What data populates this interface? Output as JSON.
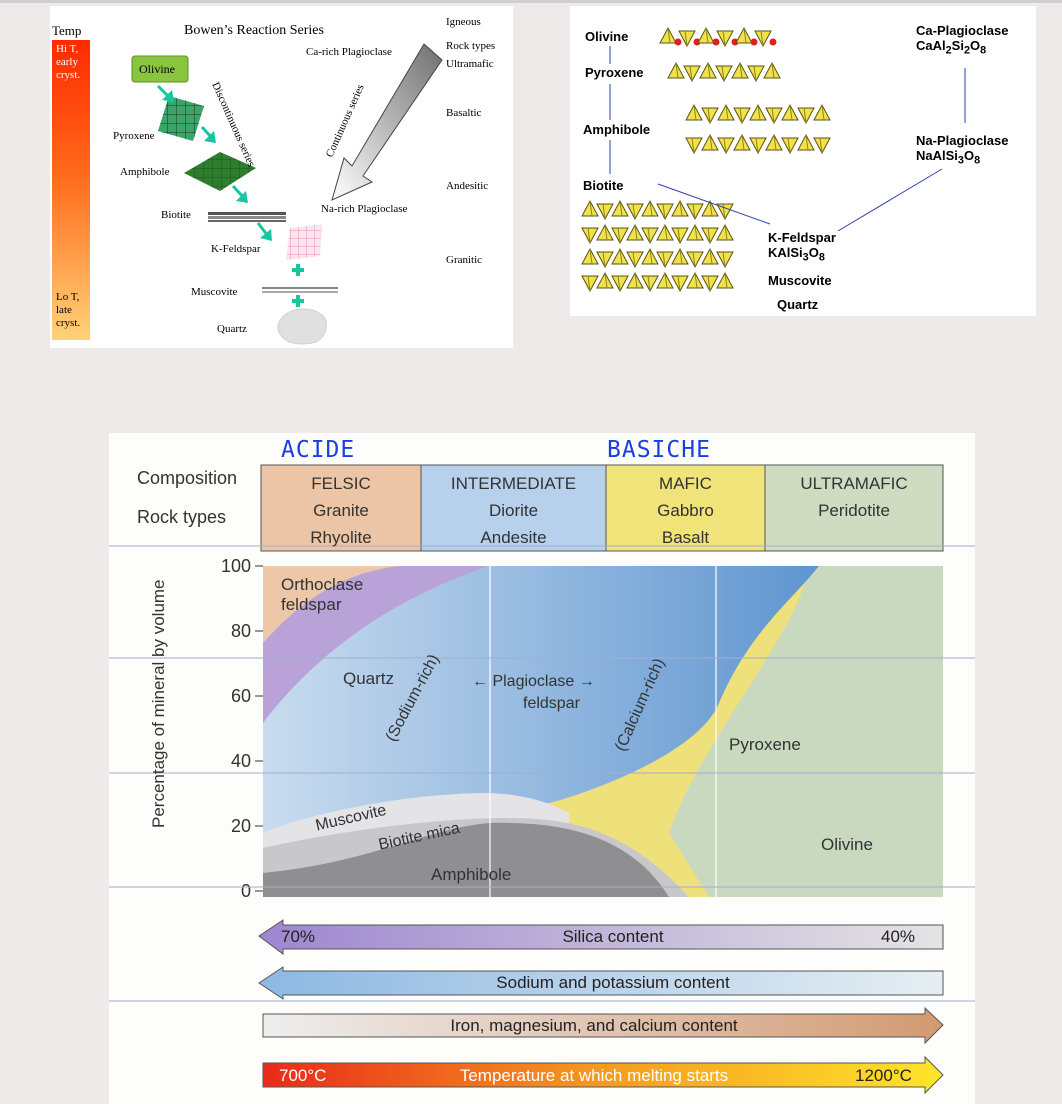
{
  "bowen": {
    "temp_heading": "Temp",
    "hi_label": [
      "Hi T,",
      "early",
      "cryst."
    ],
    "lo_label": [
      "Lo T,",
      "late",
      "cryst."
    ],
    "title": "Bowen’s Reaction Series",
    "igneous_heading": [
      "Igneous",
      "Rock types"
    ],
    "rock_types": [
      "Ultramafic",
      "Basaltic",
      "Andesitic",
      "Granitic"
    ],
    "discontinuous_label": "Discontinuous series",
    "continuous_label": "Continuous series",
    "ca_plag": "Ca-rich Plagioclase",
    "na_plag": "Na-rich Plagioclase",
    "minerals": [
      "Olivine",
      "Pyroxene",
      "Amphibole",
      "Biotite",
      "K-Feldspar",
      "Muscovite",
      "Quartz"
    ],
    "colors": {
      "temp_top": "#ff2a00",
      "temp_mid": "#ff8a33",
      "temp_bottom": "#ffcf70",
      "olivine": "#8ac53f",
      "pyroxene": "#3aa46a",
      "amphibole": "#2f7d2f",
      "arrow": "#14c7a0"
    }
  },
  "silicates": {
    "left_labels": [
      "Olivine",
      "Pyroxene",
      "Amphibole",
      "Biotite"
    ],
    "ca_plag": "Ca-Plagioclase",
    "ca_formula": [
      "CaAl",
      "2",
      "Si",
      "2",
      "O",
      "8"
    ],
    "na_plag": "Na-Plagioclase",
    "na_formula": [
      "NaAlSi",
      "3",
      "O",
      "8"
    ],
    "kfeld": "K-Feldspar",
    "kfeld_formula": [
      "KAlSi",
      "3",
      "O",
      "8"
    ],
    "muscovite": "Muscovite",
    "quartz": "Quartz",
    "colors": {
      "tetra": "#f2e24a",
      "tetra_dark": "#8c8420",
      "oxygen": "#e02020",
      "line": "#2f3fb0"
    }
  },
  "composition": {
    "handwritten": {
      "acid": "ACIDE",
      "basic": "BASICHE",
      "color": "#1a3fe0"
    },
    "row_labels": {
      "composition": "Composition",
      "rock_types": "Rock types"
    },
    "columns": [
      {
        "name": "FELSIC",
        "rocks": [
          "Granite",
          "Rhyolite"
        ],
        "color": "#ebc5a6"
      },
      {
        "name": "INTERMEDIATE",
        "rocks": [
          "Diorite",
          "Andesite"
        ],
        "color": "#b7d1ec"
      },
      {
        "name": "MAFIC",
        "rocks": [
          "Gabbro",
          "Basalt"
        ],
        "color": "#efe37a"
      },
      {
        "name": "ULTRAMAFIC",
        "rocks": [
          "Peridotite"
        ],
        "color": "#cfdcc2"
      }
    ],
    "ylabel": "Percentage of mineral by volume",
    "yticks": [
      0,
      20,
      40,
      60,
      80,
      100
    ],
    "regions": {
      "orthoclase": [
        "Orthoclase",
        "feldspar"
      ],
      "quartz": "Quartz",
      "sodium_rich": "(Sodium-rich)",
      "plagioclase": [
        "Plagioclase",
        "feldspar"
      ],
      "calcium_rich": "(Calcium-rich)",
      "pyroxene": "Pyroxene",
      "olivine": "Olivine",
      "muscovite": "Muscovite",
      "biotite": "Biotite mica",
      "amphibole": "Amphibole"
    },
    "arrows": {
      "silica": {
        "label": "Silica content",
        "left": "70%",
        "right": "40%"
      },
      "sodium_potassium": {
        "label": "Sodium and potassium content"
      },
      "iron_mg_ca": {
        "label": "Iron, magnesium, and calcium content"
      },
      "temperature": {
        "label": "Temperature at which melting starts",
        "left": "700°C",
        "right": "1200°C"
      }
    },
    "colors": {
      "orthoclase": "#edc8a8",
      "quartz": "#b8a2d8",
      "plagioclase": "#a9c9e8",
      "plag_dark": "#6ea0d4",
      "pyroxene": "#eee07a",
      "olivine": "#c9d9c0",
      "muscovite": "#e4e4e6",
      "biotite": "#c8c8ca",
      "amphibole": "#8f8f92"
    }
  }
}
